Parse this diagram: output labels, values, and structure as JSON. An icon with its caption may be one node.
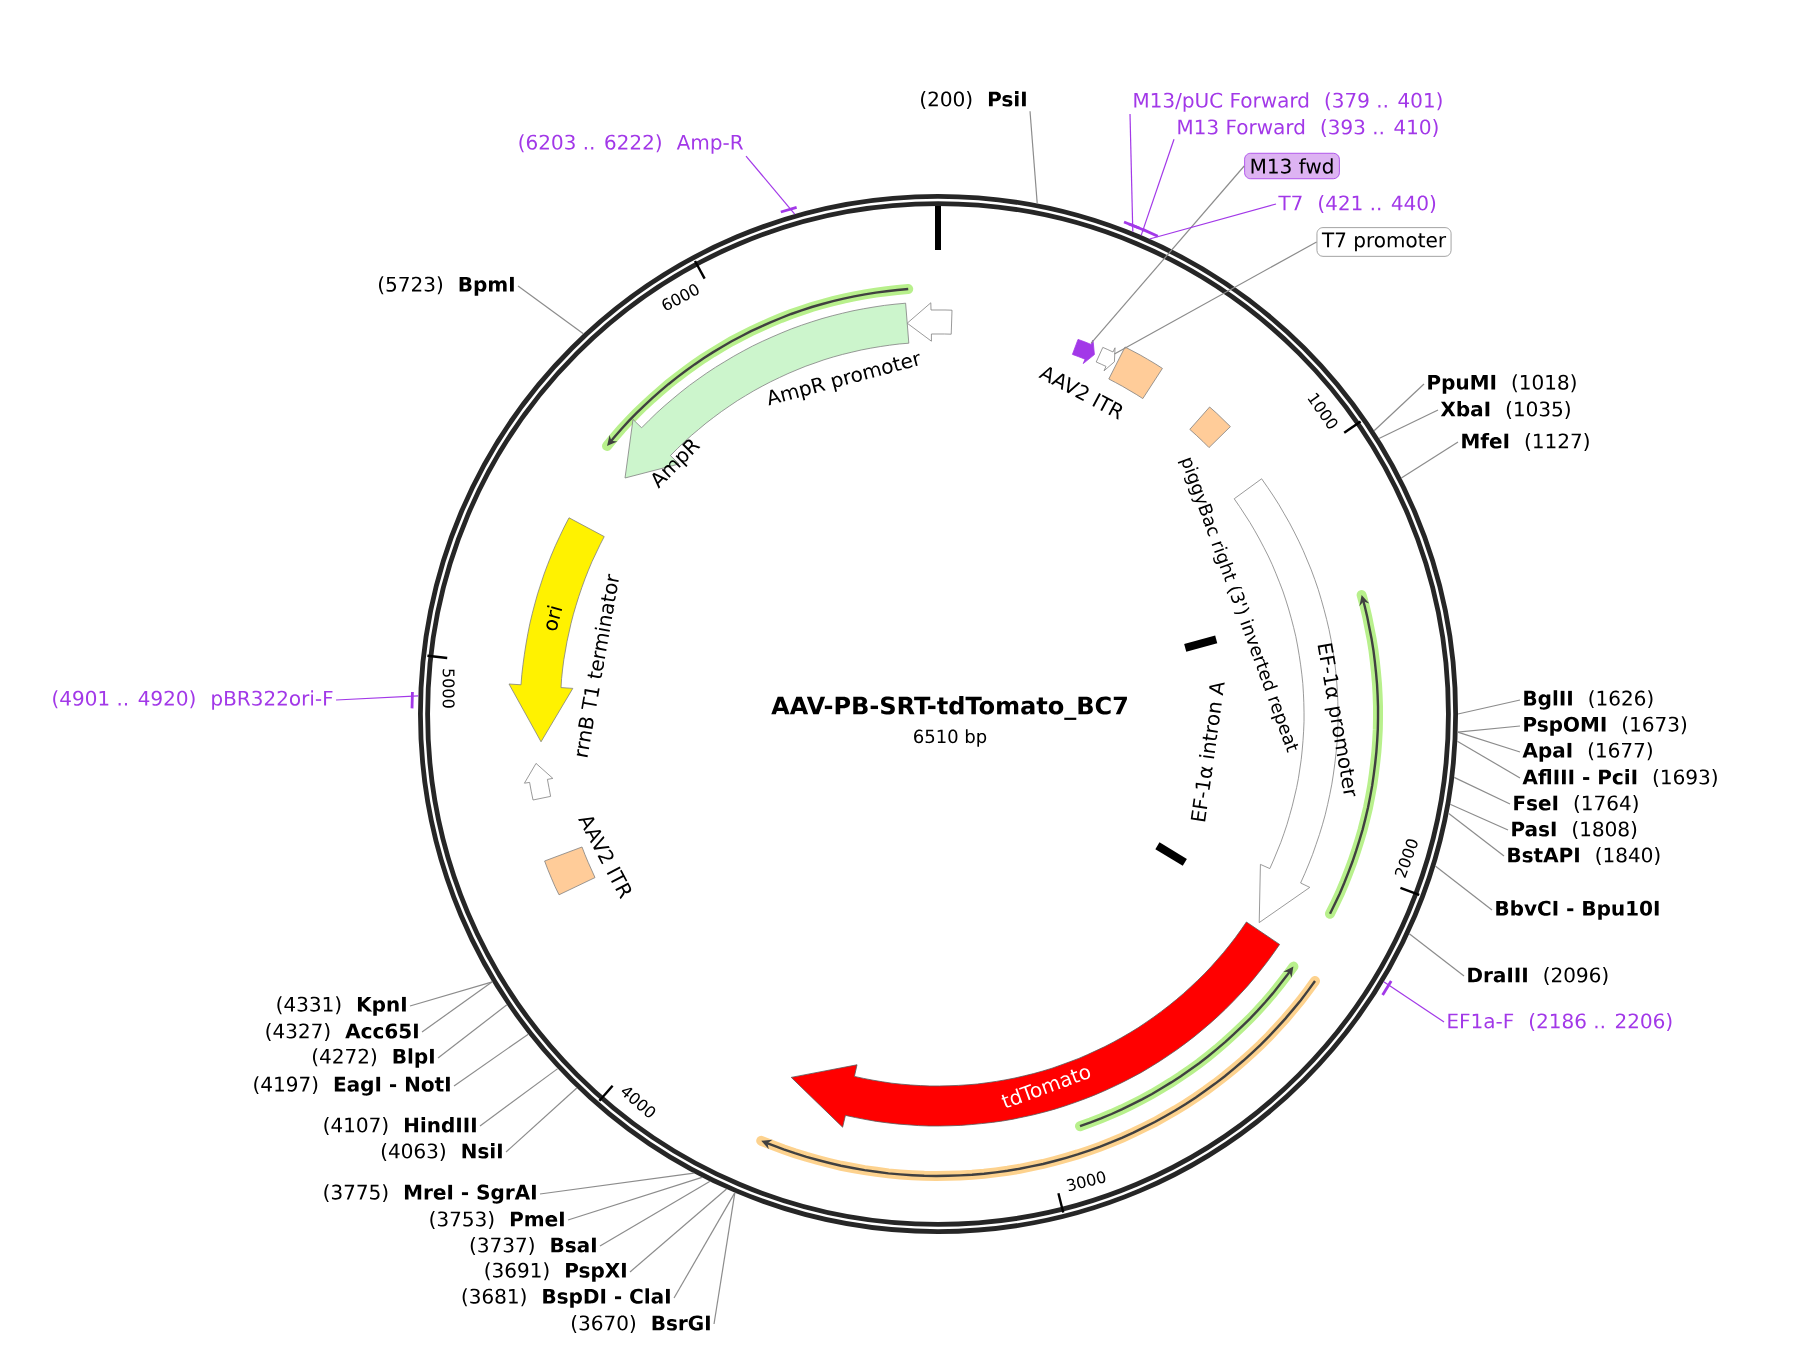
{
  "diagram": {
    "title": "AAV-PB-SRT-tdTomato_BC7",
    "nodes": [
      {
        "text": [],
        "shape": "circle"
      },
      {
        "text": [
          "(6203 .. 6222)",
          "Amp-R"
        ]
      },
      {
        "text": [
          "(200)",
          "PsiI"
        ]
      },
      {
        "text": [
          "M13/pUC Forward",
          "(379 .. 401)"
        ]
      },
      {
        "text": [
          "M13 Forward",
          "(393 .. 410)"
        ]
      },
      {
        "text": [
          "M13 fwd"
        ]
      },
      {
        "text": [
          "T7",
          "(421 .. 440)"
        ]
      },
      {
        "text": [
          "T7 promoter"
        ]
      },
      {
        "text": [
          "(5723)",
          "BpmI"
        ]
      },
      {
        "text": [
          "AmpR promoter"
        ],
        "in": 0
      },
      {
        "text": [
          "AmpR"
        ],
        "in": 0
      },
      {
        "text": [
          "AAV2 ITR"
        ],
        "in": 0
      },
      {
        "text": [
          "piggyBac right (3') inverted repeat"
        ],
        "in": 0
      },
      {
        "text": [
          "PpuMI",
          "(1018)"
        ]
      },
      {
        "text": [
          "XbaI",
          "(1035)"
        ]
      },
      {
        "text": [
          "MfeI",
          "(1127)"
        ]
      },
      {
        "text": [
          "EF-1α promoter"
        ],
        "in": 0
      },
      {
        "text": [
          "ori"
        ],
        "in": 0
      },
      {
        "text": [
          "rrnB T1 terminator"
        ],
        "in": 0
      },
      {
        "text": [
          "EF-1α intron A"
        ],
        "in": 0
      },
      {
        "text": [
          "(4901 .. 4920)",
          "pBR322ori-F"
        ]
      },
      {
        "text": [
          "BglII",
          "(1626)"
        ]
      },
      {
        "text": [
          "PspOMI",
          "(1673)"
        ]
      },
      {
        "text": [
          "ApaI",
          "(1677)"
        ]
      },
      {
        "text": [
          "AflIII - PciI",
          "(1693)"
        ]
      },
      {
        "text": [
          "FseI",
          "(1764)"
        ]
      },
      {
        "text": [
          "PasI",
          "(1808)"
        ]
      },
      {
        "text": [
          "BstAPI",
          "(1840)"
        ]
      },
      {
        "text": [
          "AAV2 ITR"
        ],
        "in": 0
      },
      {
        "text": [
          "BbvCI - Bpu10I"
        ]
      },
      {
        "text": [
          "DraIII",
          "(2096)"
        ]
      },
      {
        "text": [
          "EF1a-F",
          "(2186 .. 2206)"
        ]
      },
      {
        "text": [
          "(4331)",
          "KpnI"
        ]
      },
      {
        "text": [
          "(4327)",
          "Acc65I"
        ]
      },
      {
        "text": [
          "(4272)",
          "BlpI"
        ]
      },
      {
        "text": [
          "(4197)",
          "EagI - NotI"
        ]
      },
      {
        "text": [
          "(4107)",
          "HindIII"
        ]
      },
      {
        "text": [
          "(4063)",
          "NsiI"
        ]
      },
      {
        "text": [
          "tdTomato"
        ],
        "in": 0
      },
      {
        "text": [
          "(3775)",
          "MreI - SgrAI"
        ]
      },
      {
        "text": [
          "(3753)",
          "PmeI"
        ]
      },
      {
        "text": [
          "(3737)",
          "BsaI"
        ]
      },
      {
        "text": [
          "(3691)",
          "PspXI"
        ]
      },
      {
        "text": [
          "(3681)",
          "BspDI - ClaI"
        ]
      },
      {
        "text": [
          "(3670)",
          "BsrGI"
        ]
      },
      {
        "text": [],
        "shape": "arrow",
        "in": 0
      },
      {
        "text": [],
        "shape": "arrow",
        "in": 0
      }
    ],
    "edges": [
      {
        "from": 1,
        "to": 0,
        "arrow": "none",
        "color": "#a238e8"
      },
      {
        "from": 2,
        "to": 0,
        "arrow": "none"
      },
      {
        "from": 3,
        "to": 0,
        "arrow": "none",
        "color": "#a238e8"
      },
      {
        "from": 4,
        "to": 0,
        "arrow": "none",
        "color": "#a238e8"
      },
      {
        "from": 5,
        "to": 45,
        "arrow": "none"
      },
      {
        "from": 6,
        "to": 0,
        "arrow": "none",
        "color": "#a238e8"
      },
      {
        "from": 7,
        "to": 46,
        "arrow": "none"
      },
      {
        "from": 8,
        "to": 0,
        "arrow": "none"
      },
      {
        "from": 13,
        "to": 0,
        "arrow": "none"
      },
      {
        "from": 14,
        "to": 0,
        "arrow": "none"
      },
      {
        "from": 15,
        "to": 0,
        "arrow": "none"
      },
      {
        "from": 20,
        "to": 0,
        "arrow": "none",
        "color": "#a238e8"
      },
      {
        "from": 21,
        "to": 0,
        "arrow": "none"
      },
      {
        "from": 22,
        "to": 0,
        "arrow": "none"
      },
      {
        "from": 23,
        "to": 0,
        "arrow": "none"
      },
      {
        "from": 24,
        "to": 0,
        "arrow": "none"
      },
      {
        "from": 25,
        "to": 0,
        "arrow": "none"
      },
      {
        "from": 26,
        "to": 0,
        "arrow": "none"
      },
      {
        "from": 27,
        "to": 0,
        "arrow": "none"
      },
      {
        "from": 29,
        "to": 0,
        "arrow": "none"
      },
      {
        "from": 30,
        "to": 0,
        "arrow": "none"
      },
      {
        "from": 31,
        "to": 0,
        "arrow": "none",
        "color": "#a238e8"
      },
      {
        "from": 32,
        "to": 0,
        "arrow": "none"
      },
      {
        "from": 33,
        "to": 0,
        "arrow": "none"
      },
      {
        "from": 34,
        "to": 0,
        "arrow": "none"
      },
      {
        "from": 35,
        "to": 0,
        "arrow": "none"
      },
      {
        "from": 36,
        "to": 0,
        "arrow": "none"
      },
      {
        "from": 37,
        "to": 0,
        "arrow": "none"
      },
      {
        "from": 39,
        "to": 0,
        "arrow": "none"
      },
      {
        "from": 40,
        "to": 0,
        "arrow": "none"
      },
      {
        "from": 41,
        "to": 0,
        "arrow": "none"
      },
      {
        "from": 42,
        "to": 0,
        "arrow": "none"
      },
      {
        "from": 43,
        "to": 0,
        "arrow": "none"
      },
      {
        "from": 44,
        "to": 0,
        "arrow": "none"
      }
    ],
    "labels": [
      "1000",
      "2000",
      "3000",
      "4000",
      "5000",
      "6000",
      "6510 bp"
    ]
  }
}
